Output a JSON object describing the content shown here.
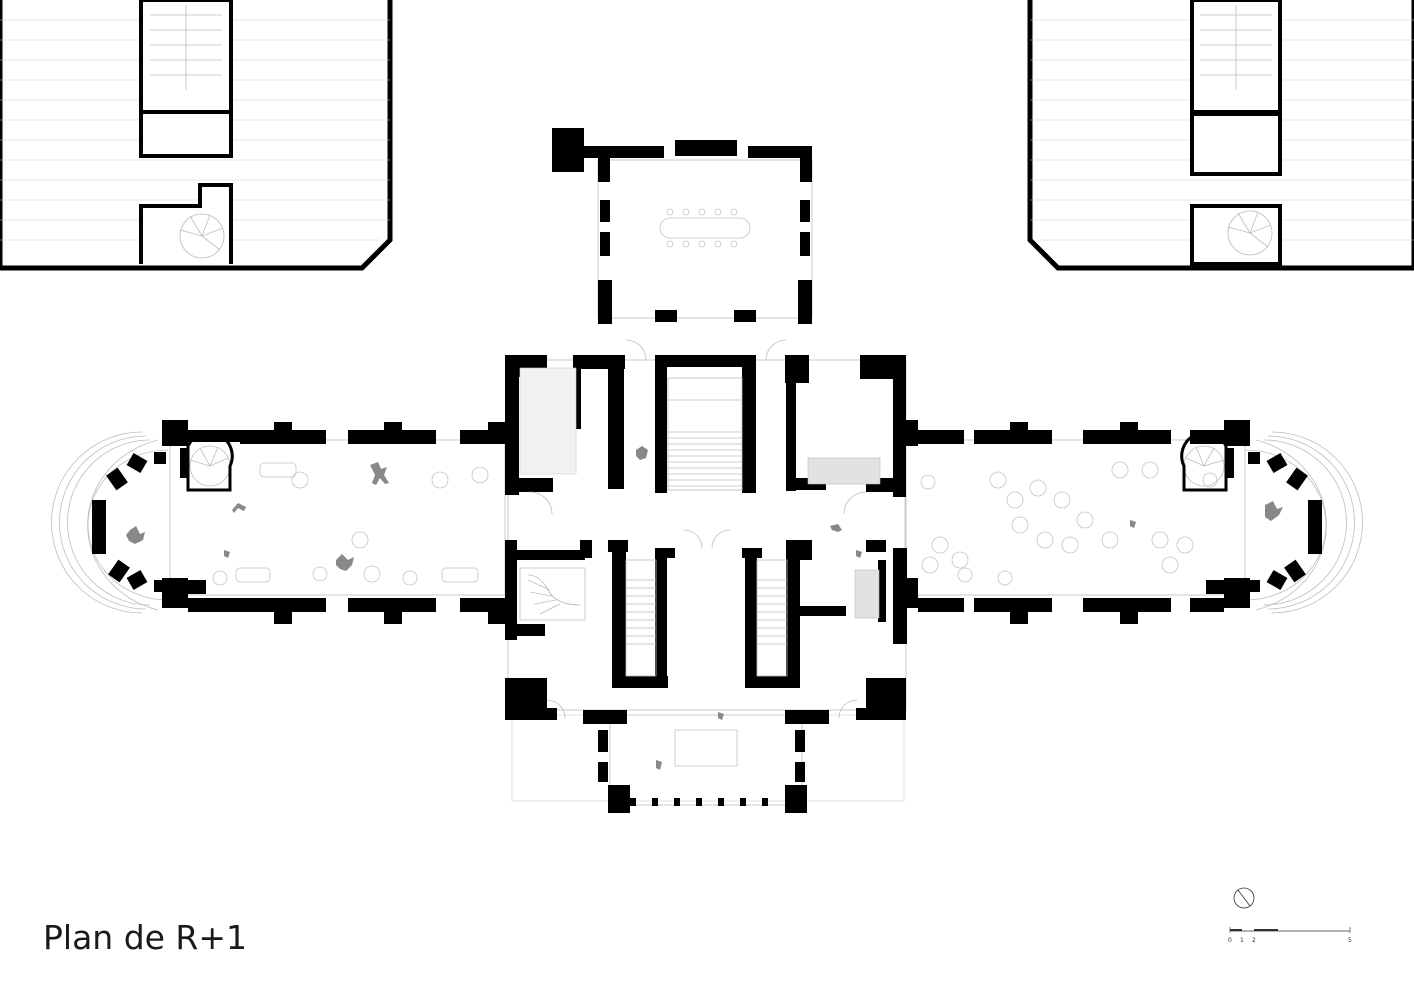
{
  "title": "Plan de R+1",
  "scale_bar": {
    "labels": [
      "0",
      "1",
      "2",
      "5"
    ]
  },
  "icons": [
    "north-arrow-icon",
    "scale-bar-icon"
  ]
}
